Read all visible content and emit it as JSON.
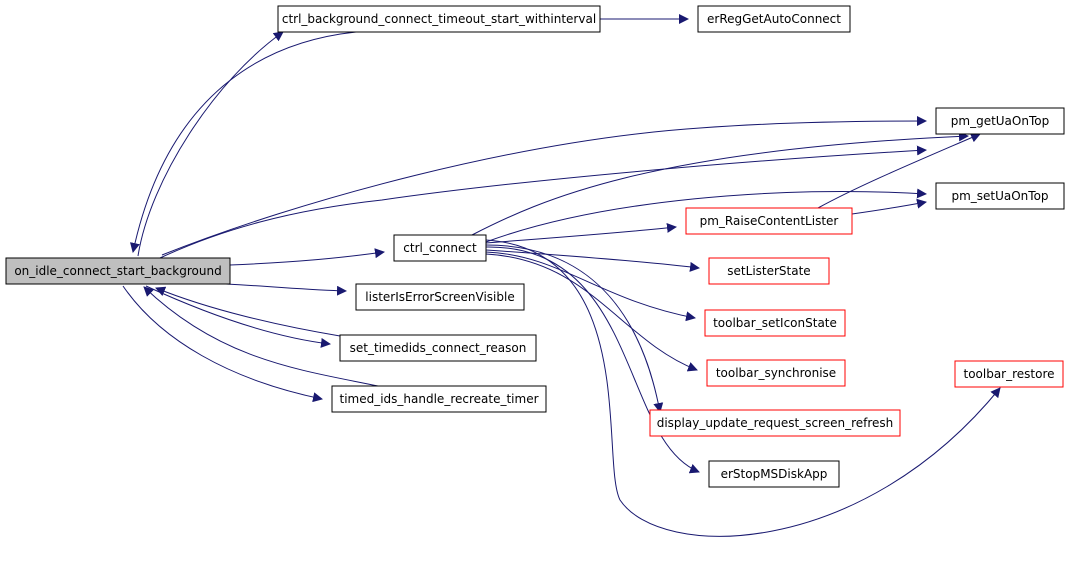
{
  "graph": {
    "colors": {
      "edge": "#191970",
      "root_fill": "#bfbfbf",
      "root_border": "#000000",
      "plain_border": "#000000",
      "truncated_border": "#ff0000",
      "node_fill": "#ffffff"
    },
    "nodes": {
      "on_idle_connect_start_background": {
        "label": "on_idle_connect_start_background",
        "kind": "root"
      },
      "ctrl_background_connect_timeout_start_withinterval": {
        "label": "ctrl_background_connect_timeout_start_withinterval",
        "kind": "plain"
      },
      "erRegGetAutoConnect": {
        "label": "erRegGetAutoConnect",
        "kind": "plain"
      },
      "pm_getUaOnTop": {
        "label": "pm_getUaOnTop",
        "kind": "plain"
      },
      "pm_setUaOnTop": {
        "label": "pm_setUaOnTop",
        "kind": "plain"
      },
      "pm_RaiseContentLister": {
        "label": "pm_RaiseContentLister",
        "kind": "truncated"
      },
      "ctrl_connect": {
        "label": "ctrl_connect",
        "kind": "plain"
      },
      "setListerState": {
        "label": "setListerState",
        "kind": "truncated"
      },
      "listerIsErrorScreenVisible": {
        "label": "listerIsErrorScreenVisible",
        "kind": "plain"
      },
      "toolbar_setIconState": {
        "label": "toolbar_setIconState",
        "kind": "truncated"
      },
      "set_timedids_connect_reason": {
        "label": "set_timedids_connect_reason",
        "kind": "plain"
      },
      "toolbar_synchronise": {
        "label": "toolbar_synchronise",
        "kind": "truncated"
      },
      "toolbar_restore": {
        "label": "toolbar_restore",
        "kind": "truncated"
      },
      "timed_ids_handle_recreate_timer": {
        "label": "timed_ids_handle_recreate_timer",
        "kind": "plain"
      },
      "display_update_request_screen_refresh": {
        "label": "display_update_request_screen_refresh",
        "kind": "truncated"
      },
      "erStopMSDiskApp": {
        "label": "erStopMSDiskApp",
        "kind": "plain"
      }
    },
    "edges": [
      {
        "from": "on_idle_connect_start_background",
        "to": "ctrl_background_connect_timeout_start_withinterval"
      },
      {
        "from": "ctrl_background_connect_timeout_start_withinterval",
        "to": "on_idle_connect_start_background"
      },
      {
        "from": "ctrl_background_connect_timeout_start_withinterval",
        "to": "erRegGetAutoConnect"
      },
      {
        "from": "on_idle_connect_start_background",
        "to": "pm_getUaOnTop"
      },
      {
        "from": "on_idle_connect_start_background",
        "to": "ctrl_connect"
      },
      {
        "from": "on_idle_connect_start_background",
        "to": "listerIsErrorScreenVisible"
      },
      {
        "from": "on_idle_connect_start_background",
        "to": "set_timedids_connect_reason"
      },
      {
        "from": "set_timedids_connect_reason",
        "to": "on_idle_connect_start_background"
      },
      {
        "from": "on_idle_connect_start_background",
        "to": "timed_ids_handle_recreate_timer"
      },
      {
        "from": "timed_ids_handle_recreate_timer",
        "to": "on_idle_connect_start_background"
      },
      {
        "from": "ctrl_connect",
        "to": "pm_getUaOnTop"
      },
      {
        "from": "ctrl_connect",
        "to": "pm_setUaOnTop"
      },
      {
        "from": "ctrl_connect",
        "to": "pm_RaiseContentLister"
      },
      {
        "from": "ctrl_connect",
        "to": "setListerState"
      },
      {
        "from": "ctrl_connect",
        "to": "toolbar_setIconState"
      },
      {
        "from": "ctrl_connect",
        "to": "toolbar_synchronise"
      },
      {
        "from": "ctrl_connect",
        "to": "display_update_request_screen_refresh"
      },
      {
        "from": "ctrl_connect",
        "to": "erStopMSDiskApp"
      },
      {
        "from": "ctrl_connect",
        "to": "toolbar_restore"
      },
      {
        "from": "pm_RaiseContentLister",
        "to": "pm_getUaOnTop"
      },
      {
        "from": "pm_RaiseContentLister",
        "to": "pm_setUaOnTop"
      },
      {
        "from": "pm_RaiseContentLister",
        "to": "toolbar_restore"
      }
    ]
  }
}
